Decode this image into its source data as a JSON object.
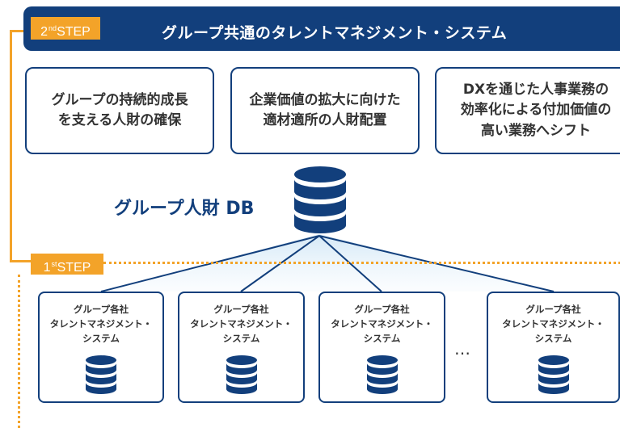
{
  "banner": {
    "step_main": "2",
    "step_sup": "nd",
    "step_suffix": "STEP",
    "title": "グループ共通のタレントマネジメント・システム"
  },
  "goals": [
    {
      "line1": "グループの持続的成長",
      "line2": "を支える人財の確保",
      "line3": ""
    },
    {
      "line1": "企業価値の拡大に向けた",
      "line2": "適材適所の人財配置",
      "line3": ""
    },
    {
      "line1": "DXを通じた人事業務の",
      "line2": "効率化による付加価値の",
      "line3": "高い業務へシフト"
    }
  ],
  "central_db": {
    "label": "グループ人財 DB",
    "icon": "database-icon"
  },
  "step1": {
    "step_main": "1",
    "step_sup": "st",
    "step_suffix": "STEP"
  },
  "companies": [
    {
      "line1": "グループ各社",
      "line2": "タレントマネジメント・",
      "line3": "システム"
    },
    {
      "line1": "グループ各社",
      "line2": "タレントマネジメント・",
      "line3": "システム"
    },
    {
      "line1": "グループ各社",
      "line2": "タレントマネジメント・",
      "line3": "システム"
    },
    {
      "line1": "グループ各社",
      "line2": "タレントマネジメント・",
      "line3": "システム"
    }
  ],
  "ellipsis": "…",
  "colors": {
    "navy": "#123f7c",
    "orange": "#f3a329"
  }
}
